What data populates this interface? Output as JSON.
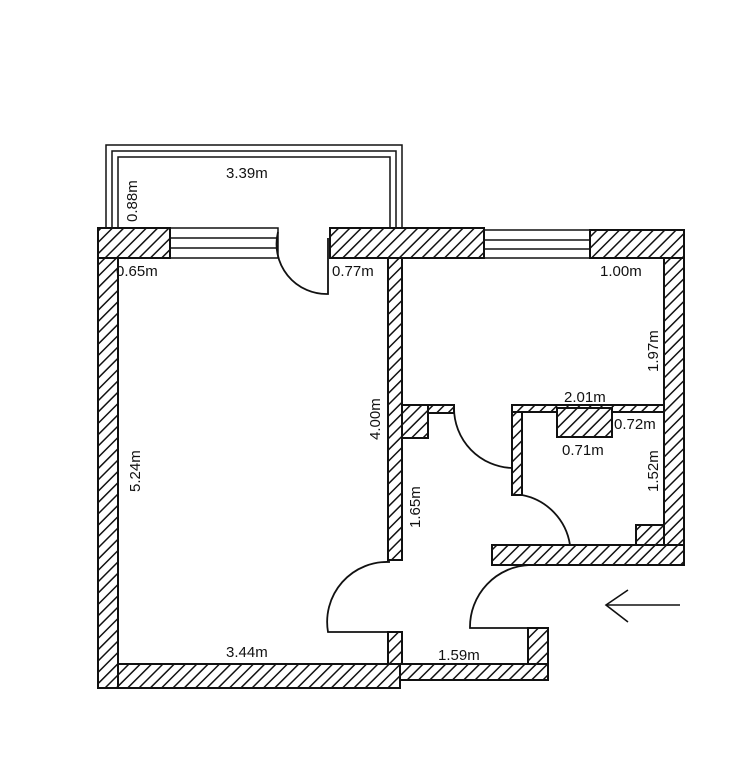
{
  "colors": {
    "ink": "#111111",
    "background": "#ffffff"
  },
  "balcony": {
    "width": "3.39m",
    "depth": "0.88m"
  },
  "room_large": {
    "top_left": "0.65m",
    "top_right": "0.77m",
    "height": "5.24m",
    "width": "3.44m",
    "partition": "4.00m"
  },
  "room_small": {
    "top": "1.00m",
    "height": "1.97m"
  },
  "kitchen": {
    "width": "2.01m",
    "block_side": "0.72m",
    "block_width": "0.71m",
    "height": "1.52m"
  },
  "hallway": {
    "height": "1.65m",
    "width": "1.59m"
  },
  "entrance": {
    "icon": "arrow-left-icon"
  }
}
